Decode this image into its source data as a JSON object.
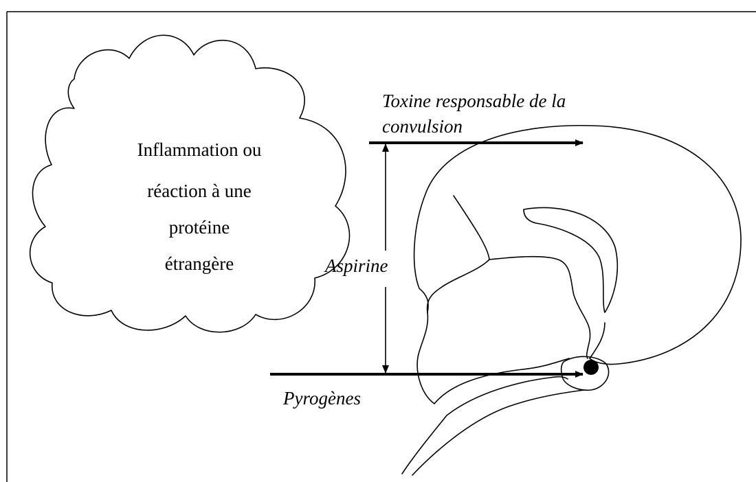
{
  "cloud": {
    "lines": [
      "Inflammation ou",
      "réaction à une",
      "protéine",
      "étrangère"
    ]
  },
  "labels": {
    "toxin_line1": "Toxine responsable de la",
    "toxin_line2": "convulsion",
    "aspirin": "Aspirine",
    "pyrogens": "Pyrogènes"
  }
}
